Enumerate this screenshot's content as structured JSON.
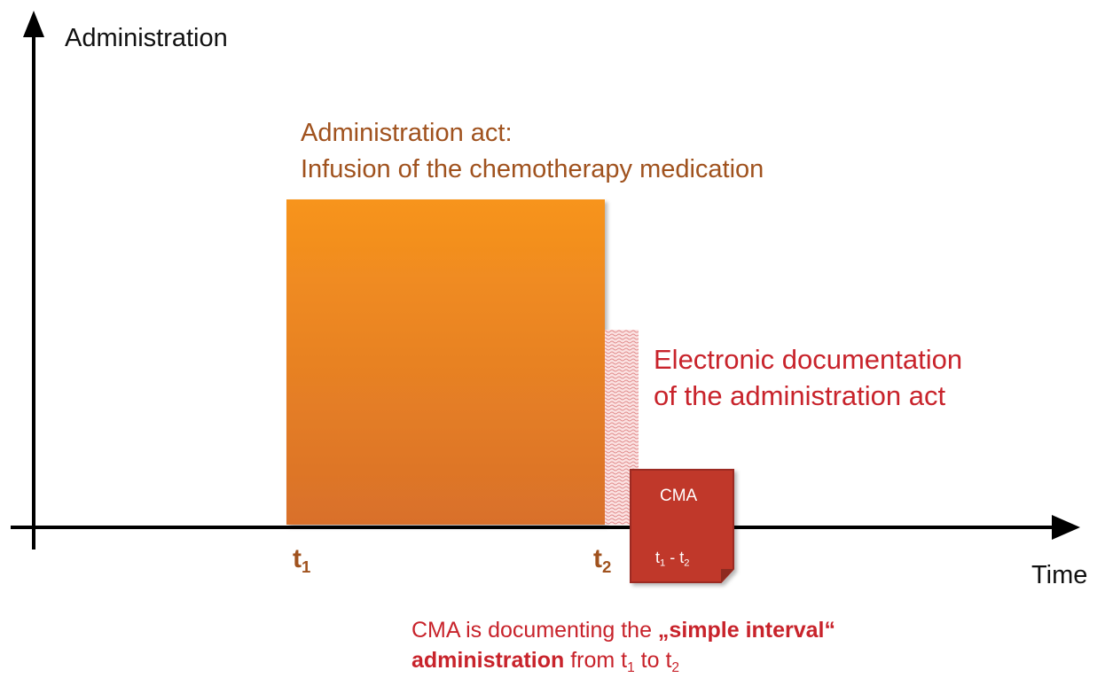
{
  "colors": {
    "act": "#a0521e",
    "doc": "#c8232b",
    "bar_top": "#f7941d",
    "bar_bottom": "#d9702a",
    "cma_fill": "#c0392b"
  },
  "axes": {
    "y_label": "Administration",
    "x_label": "Time"
  },
  "act_label": {
    "line1": "Administration act:",
    "line2": "Infusion of the chemotherapy medication"
  },
  "doc_label": {
    "line1": "Electronic documentation",
    "line2": "of the administration act"
  },
  "ticks": {
    "t1": {
      "main": "t",
      "sub": "1"
    },
    "t2": {
      "main": "t",
      "sub": "2"
    }
  },
  "cma_doc": {
    "title": "CMA",
    "from_main": "t",
    "from_sub": "1",
    "separator": " - ",
    "to_main": "t",
    "to_sub": "2"
  },
  "caption": {
    "line1_pre": "CMA is documenting the ",
    "line1_bold": "„simple interval“",
    "line2_bold": "administration",
    "line2_mid": " from t",
    "line2_sub1": "1",
    "line2_to": " to t",
    "line2_sub2": "2"
  }
}
